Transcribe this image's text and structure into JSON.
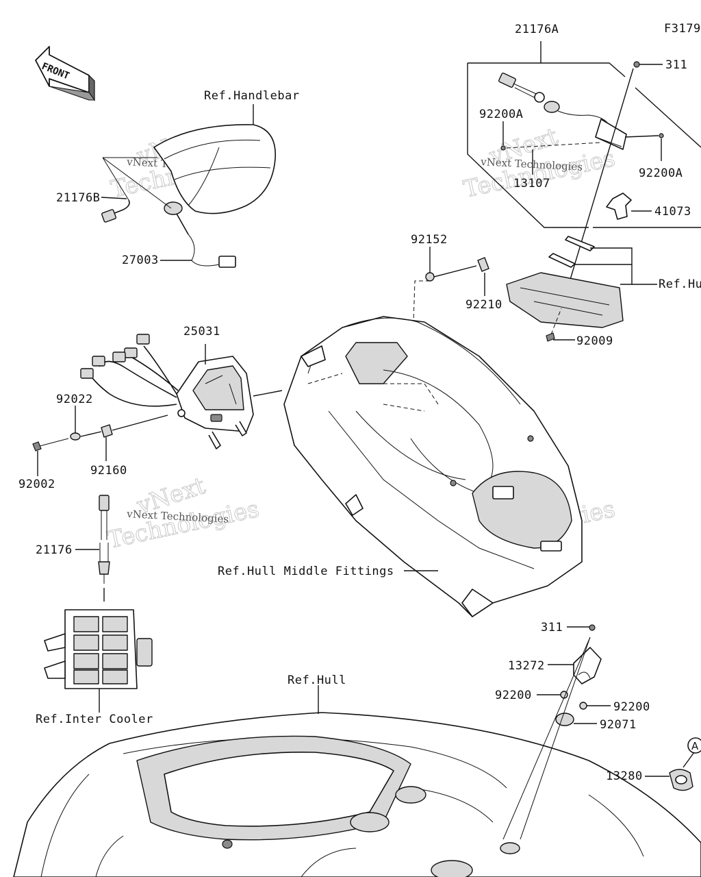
{
  "figure_code": "F3179",
  "front_badge": "FRONT",
  "watermark": {
    "line1": "vNext Technologies",
    "big1": "vNext",
    "big2": "Technologies"
  },
  "refs": {
    "handlebar": "Ref.Handlebar",
    "hull_middle_fittings": "Ref.Hull Middle Fittings",
    "hull": "Ref.Hull",
    "inter_cooler": "Ref.Inter Cooler",
    "hu_truncated": "Ref.Hu"
  },
  "parts": [
    {
      "id": "p21176A",
      "number": "21176A"
    },
    {
      "id": "p311a",
      "number": "311"
    },
    {
      "id": "p92200Aa",
      "number": "92200A"
    },
    {
      "id": "p92200Ab",
      "number": "92200A"
    },
    {
      "id": "p13107",
      "number": "13107"
    },
    {
      "id": "p41073",
      "number": "41073"
    },
    {
      "id": "p21176B",
      "number": "21176B"
    },
    {
      "id": "p27003",
      "number": "27003"
    },
    {
      "id": "p92152",
      "number": "92152"
    },
    {
      "id": "p92210",
      "number": "92210"
    },
    {
      "id": "p92009",
      "number": "92009"
    },
    {
      "id": "p25031",
      "number": "25031"
    },
    {
      "id": "p92022",
      "number": "92022"
    },
    {
      "id": "p92160",
      "number": "92160"
    },
    {
      "id": "p92002",
      "number": "92002"
    },
    {
      "id": "p21176",
      "number": "21176"
    },
    {
      "id": "p311b",
      "number": "311"
    },
    {
      "id": "p13272",
      "number": "13272"
    },
    {
      "id": "p92200a",
      "number": "92200"
    },
    {
      "id": "p92200b",
      "number": "92200"
    },
    {
      "id": "p92071",
      "number": "92071"
    },
    {
      "id": "p13280",
      "number": "13280"
    }
  ],
  "callout_letter": "A"
}
